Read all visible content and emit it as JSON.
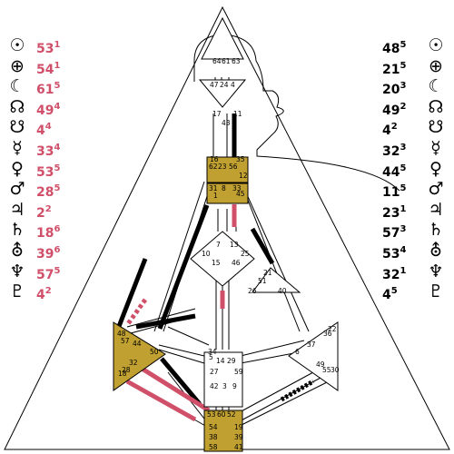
{
  "design": {
    "label_color": "#d0506a",
    "rows": [
      {
        "icon": "sun-icon",
        "glyph": "☉",
        "gate": "53",
        "line": "1"
      },
      {
        "icon": "earth-icon",
        "glyph": "⊕",
        "gate": "54",
        "line": "1"
      },
      {
        "icon": "moon-icon",
        "glyph": "☾",
        "gate": "61",
        "line": "5"
      },
      {
        "icon": "north-node-icon",
        "glyph": "☊",
        "gate": "49",
        "line": "4"
      },
      {
        "icon": "south-node-icon",
        "glyph": "☋",
        "gate": "4",
        "line": "4"
      },
      {
        "icon": "mercury-icon",
        "glyph": "☿",
        "gate": "33",
        "line": "4"
      },
      {
        "icon": "venus-icon",
        "glyph": "♀",
        "gate": "53",
        "line": "5"
      },
      {
        "icon": "mars-icon",
        "glyph": "♂",
        "gate": "28",
        "line": "5"
      },
      {
        "icon": "jupiter-icon",
        "glyph": "♃",
        "gate": "2",
        "line": "2"
      },
      {
        "icon": "saturn-icon",
        "glyph": "♄",
        "gate": "18",
        "line": "6"
      },
      {
        "icon": "uranus-icon",
        "glyph": "⛢",
        "gate": "39",
        "line": "6"
      },
      {
        "icon": "neptune-icon",
        "glyph": "♆",
        "gate": "57",
        "line": "5"
      },
      {
        "icon": "pluto-icon",
        "glyph": "♇",
        "gate": "4",
        "line": "2"
      }
    ]
  },
  "personality": {
    "label_color": "#000000",
    "rows": [
      {
        "icon": "sun-icon",
        "glyph": "☉",
        "gate": "48",
        "line": "5"
      },
      {
        "icon": "earth-icon",
        "glyph": "⊕",
        "gate": "21",
        "line": "5"
      },
      {
        "icon": "moon-icon",
        "glyph": "☾",
        "gate": "20",
        "line": "3"
      },
      {
        "icon": "north-node-icon",
        "glyph": "☊",
        "gate": "49",
        "line": "2"
      },
      {
        "icon": "south-node-icon",
        "glyph": "☋",
        "gate": "4",
        "line": "2"
      },
      {
        "icon": "mercury-icon",
        "glyph": "☿",
        "gate": "32",
        "line": "3"
      },
      {
        "icon": "venus-icon",
        "glyph": "♀",
        "gate": "44",
        "line": "5"
      },
      {
        "icon": "mars-icon",
        "glyph": "♂",
        "gate": "11",
        "line": "5"
      },
      {
        "icon": "jupiter-icon",
        "glyph": "♃",
        "gate": "23",
        "line": "1"
      },
      {
        "icon": "saturn-icon",
        "glyph": "♄",
        "gate": "57",
        "line": "3"
      },
      {
        "icon": "uranus-icon",
        "glyph": "⛢",
        "gate": "53",
        "line": "4"
      },
      {
        "icon": "neptune-icon",
        "glyph": "♆",
        "gate": "32",
        "line": "1"
      },
      {
        "icon": "pluto-icon",
        "glyph": "♇",
        "gate": "4",
        "line": "5"
      }
    ]
  },
  "colors": {
    "defined_center": "#c0a030",
    "design_activation": "#d0506a",
    "personality_activation": "#000000",
    "line": "#000000"
  },
  "gates": {
    "head": [
      "64",
      "61",
      "63"
    ],
    "ajna": [
      "47",
      "24",
      "4",
      "17",
      "11",
      "43"
    ],
    "throat": [
      "62",
      "23",
      "56",
      "16",
      "35",
      "12",
      "45"
    ],
    "g": [
      "31",
      "8",
      "33",
      "1",
      "13",
      "10",
      "7",
      "15",
      "46",
      "25"
    ],
    "heart": [
      "21",
      "51",
      "26",
      "40"
    ],
    "spleen": [
      "48",
      "57",
      "44",
      "50",
      "32",
      "28",
      "18"
    ],
    "sacral": [
      "5",
      "14",
      "29",
      "27",
      "59",
      "42",
      "3",
      "9",
      "34"
    ],
    "solar": [
      "36",
      "22",
      "37",
      "6",
      "49",
      "55",
      "30"
    ],
    "root": [
      "53",
      "60",
      "52",
      "54",
      "19",
      "38",
      "39",
      "58",
      "41"
    ]
  }
}
